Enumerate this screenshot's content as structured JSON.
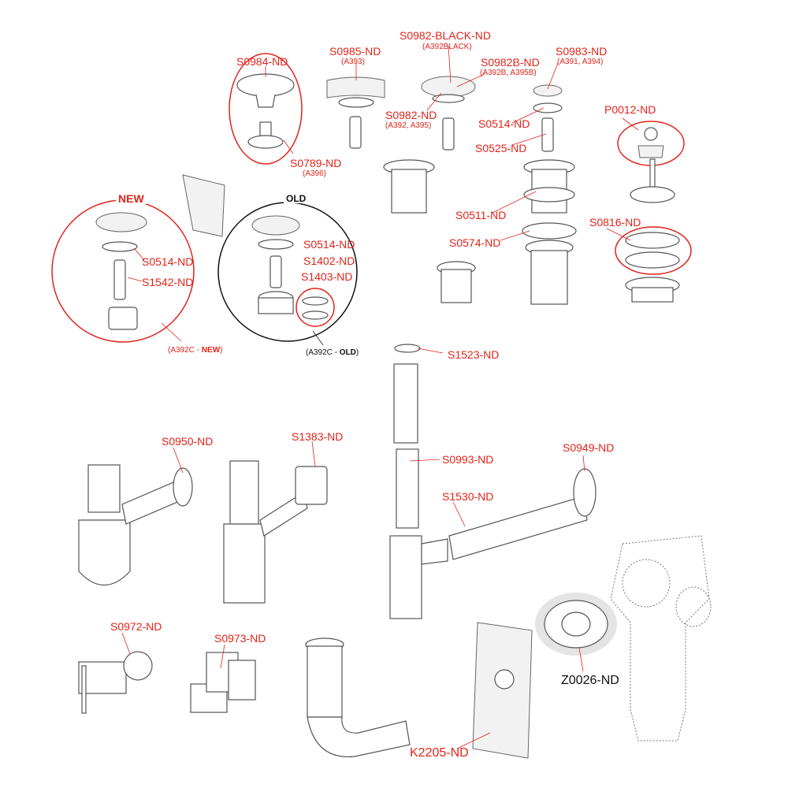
{
  "labels": {
    "s0984": "S0984-ND",
    "s0985": "S0985-ND",
    "s0985_sub": "(A393)",
    "s0982_black": "S0982-BLACK-ND",
    "s0982_black_sub": "(A392BLACK)",
    "s0982b": "S0982B-ND",
    "s0982b_sub": "(A392B, A395B)",
    "s0983": "S0983-ND",
    "s0983_sub": "(A391, A394)",
    "s0982": "S0982-ND",
    "s0982_sub": "(A392, A395)",
    "s0514_top": "S0514-ND",
    "s0525": "S0525-ND",
    "p0012": "P0012-ND",
    "s0789": "S0789-ND",
    "s0789_sub": "(A396)",
    "new_title": "NEW",
    "s0514_new": "S0514-ND",
    "s1542": "S1542-ND",
    "a392c_new_prefix": "(A392C - ",
    "a392c_new_bold": "NEW",
    "a392c_new_suffix": ")",
    "old_title": "OLD",
    "s0514_old": "S0514-ND",
    "s1402": "S1402-ND",
    "s1403": "S1403-ND",
    "a392c_old_prefix": "(A392C - ",
    "a392c_old_bold": "OLD",
    "a392c_old_suffix": ")",
    "s0511": "S0511-ND",
    "s0574": "S0574-ND",
    "s0816": "S0816-ND",
    "s1523": "S1523-ND",
    "s0950": "S0950-ND",
    "s1383": "S1383-ND",
    "s0993": "S0993-ND",
    "s0949": "S0949-ND",
    "s1530": "S1530-ND",
    "s0972": "S0972-ND",
    "s0973": "S0973-ND",
    "z0026": "Z0026-ND",
    "k2205": "K2205-ND"
  },
  "colors": {
    "label": "#e2231a",
    "highlight_ring": "#e2231a",
    "line_art": "#555555"
  }
}
